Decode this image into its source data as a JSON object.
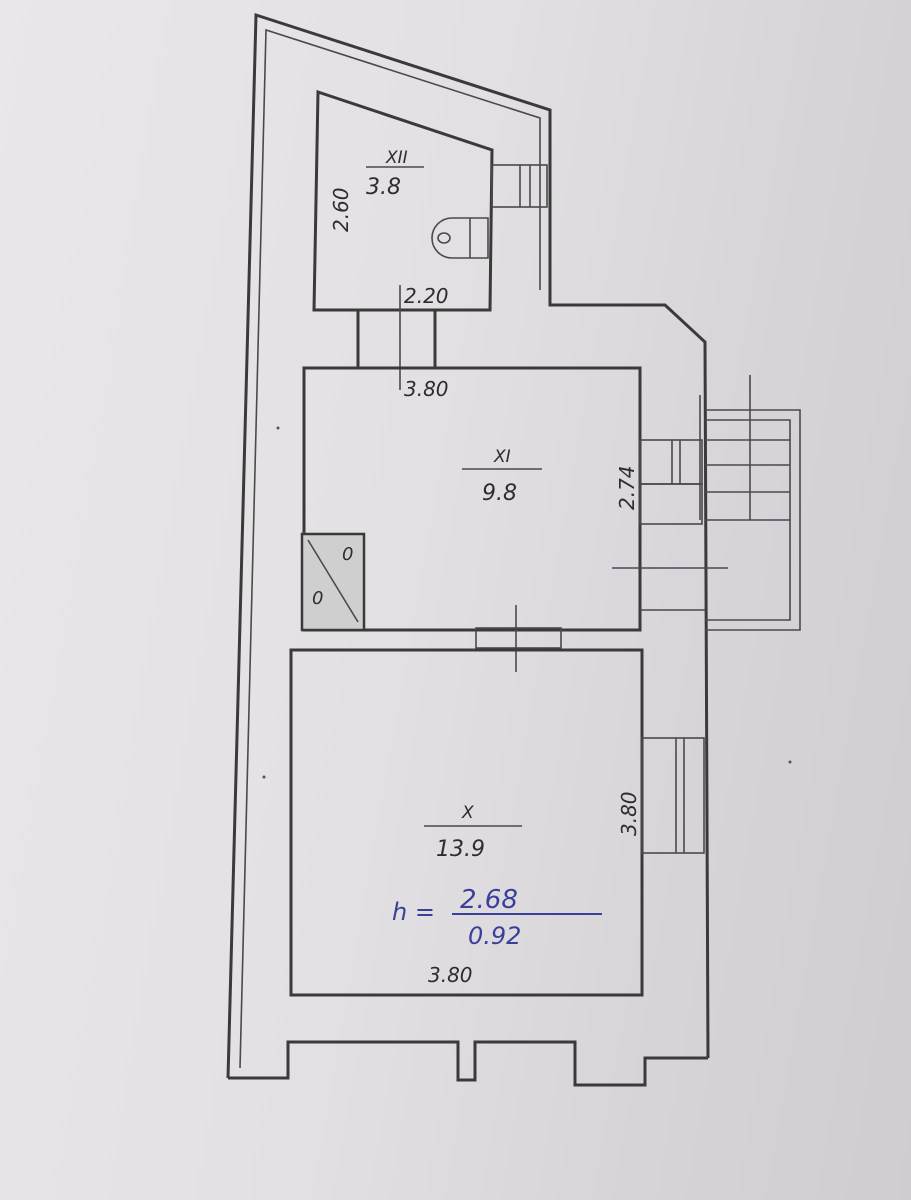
{
  "rooms": [
    {
      "numeral": "XII",
      "area": "3.8"
    },
    {
      "numeral": "XI",
      "area": "9.8"
    },
    {
      "numeral": "X",
      "area": "13.9"
    }
  ],
  "dimensions": {
    "room_xii_height": "2.60",
    "room_xii_width": "2.20",
    "room_xi_width": "3.80",
    "room_xi_height": "2.74",
    "room_x_height": "3.80",
    "room_x_width": "3.80"
  },
  "handwritten_note": {
    "prefix": "h =",
    "numerator": "2.68",
    "denominator": "0.92"
  },
  "colors": {
    "line": "#3a3a3a",
    "ink_blue": "#3a3f9a",
    "paper": "#e6e4e6"
  }
}
